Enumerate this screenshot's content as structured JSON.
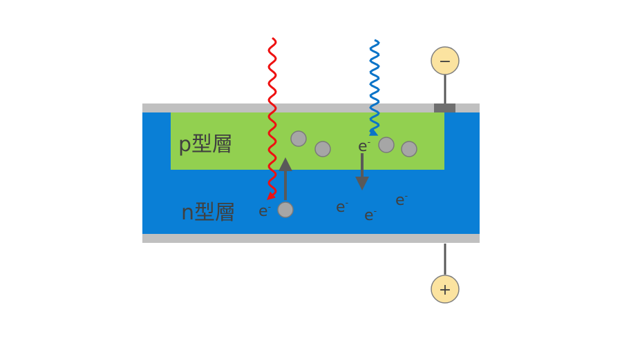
{
  "labels": {
    "p_layer": "p型層",
    "n_layer": "n型層",
    "electron": "e",
    "electron_sup": "-"
  },
  "terminals": {
    "negative": "−",
    "positive": "+"
  },
  "colors": {
    "n_layer": "#0a7fd6",
    "p_layer": "#92d050",
    "contact_plate": "#c0c0c0",
    "contact_tab": "#6f6f6f",
    "hole_fill": "#a6a6a6",
    "hole_stroke": "#7a7a7a",
    "red_light": "#ee1111",
    "blue_light": "#0b74c8",
    "arrow": "#595959",
    "terminal_fill": "#fbe3a0",
    "terminal_stroke": "#7f7f7f",
    "label_text": "#404040"
  }
}
